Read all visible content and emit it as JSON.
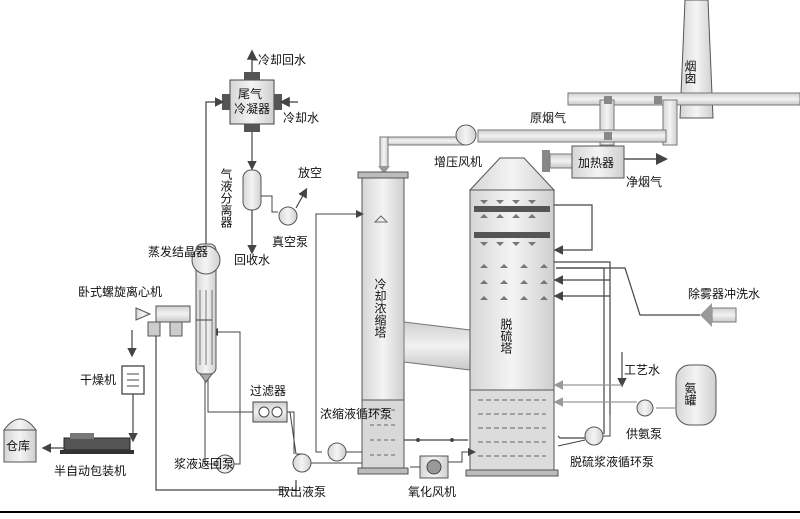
{
  "labels": {
    "chimney": "烟囱",
    "tail_gas_condenser": "尾气冷凝器",
    "cooling_return_water": "冷却回水",
    "cooling_water": "冷却水",
    "gas_liquid_separator": "气液分离器",
    "vent": "放空",
    "vacuum_pump": "真空泵",
    "recovered_water": "回收水",
    "evaporation_crystallizer": "蒸发结晶器",
    "horizontal_centrifuge": "卧式螺旋离心机",
    "dryer": "干燥机",
    "warehouse": "仓库",
    "auto_packer": "半自动包装机",
    "slurry_return_pump": "浆液返回泵",
    "filter": "过滤器",
    "extract_pump": "取出液泵",
    "concentrate_pump": "浓缩液循环泵",
    "cooling_tower": "冷却浓缩塔",
    "booster_fan": "增压风机",
    "raw_flue_gas": "原烟气",
    "heater": "加热器",
    "clean_flue_gas": "净烟气",
    "desulf_tower": "脱硫塔",
    "demister_wash": "除雾器冲洗水",
    "process_water": "工艺水",
    "ammonia_tank": "氨罐",
    "ammonia_pump": "供氨泵",
    "desulf_pump": "脱硫浆液循环泵",
    "oxidation_fan": "氧化风机"
  },
  "colors": {
    "pipe": "#9a9a9a",
    "pipe_dark": "#333333",
    "vessel_fill": "#e6e6e6",
    "liquid": "#cfcfcf",
    "flue": "#c8c8c8"
  }
}
